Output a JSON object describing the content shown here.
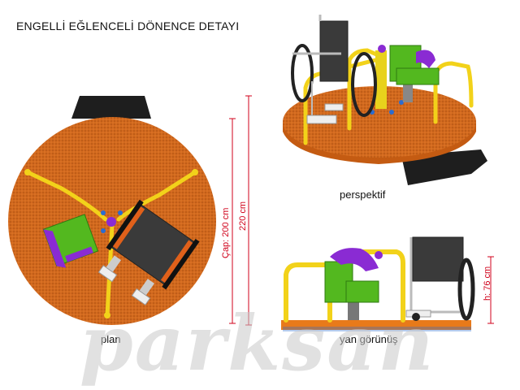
{
  "title": "ENGELLİ EĞLENCELİ DÖNENCE DETAYI",
  "views": {
    "plan": "plan",
    "perspective": "perspektif",
    "side": "yan görünüş"
  },
  "dimensions": {
    "diameter": "Çap: 200 cm",
    "outer": "220 cm",
    "height": "h: 76 cm"
  },
  "watermark": "parksan",
  "colors": {
    "platform": "#d2691e",
    "rail": "#f2d21a",
    "seat": "#53b81f",
    "accent": "#8a2bd3",
    "ramp": "#1e1e1e",
    "dimension": "#d0021b"
  }
}
